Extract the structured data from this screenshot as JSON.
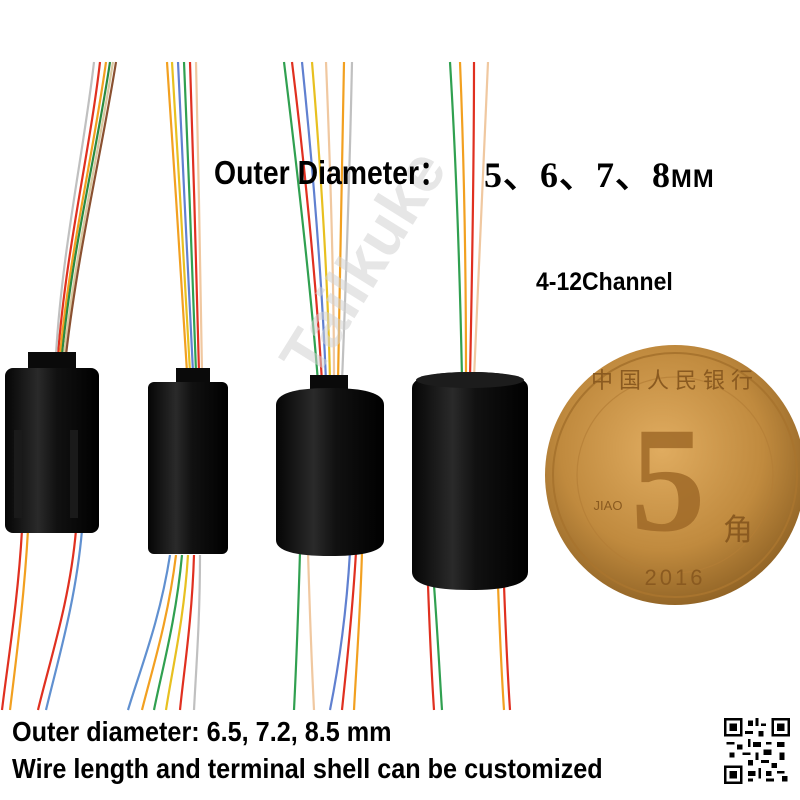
{
  "header": {
    "diameter_label": "Outer Diameter：",
    "diameter_sizes": "5、6、7、8",
    "diameter_unit": "MM",
    "channels": "4-12Channel"
  },
  "watermark": "Tailkuke",
  "captions": {
    "line1": "Outer diameter: 6.5, 7.2, 8.5 mm",
    "line2": "Wire length and terminal shell can be customized"
  },
  "coin": {
    "value": "5",
    "unit": "角",
    "year": "2016",
    "country": "中国人民银行",
    "symbol": "JIAO"
  },
  "colors": {
    "background": "#ffffff",
    "housing": "#111111",
    "coin": "#c08a3e",
    "text": "#000000"
  },
  "product": {
    "items": [
      "slip-ring-1",
      "slip-ring-2",
      "slip-ring-3",
      "slip-ring-4"
    ]
  }
}
